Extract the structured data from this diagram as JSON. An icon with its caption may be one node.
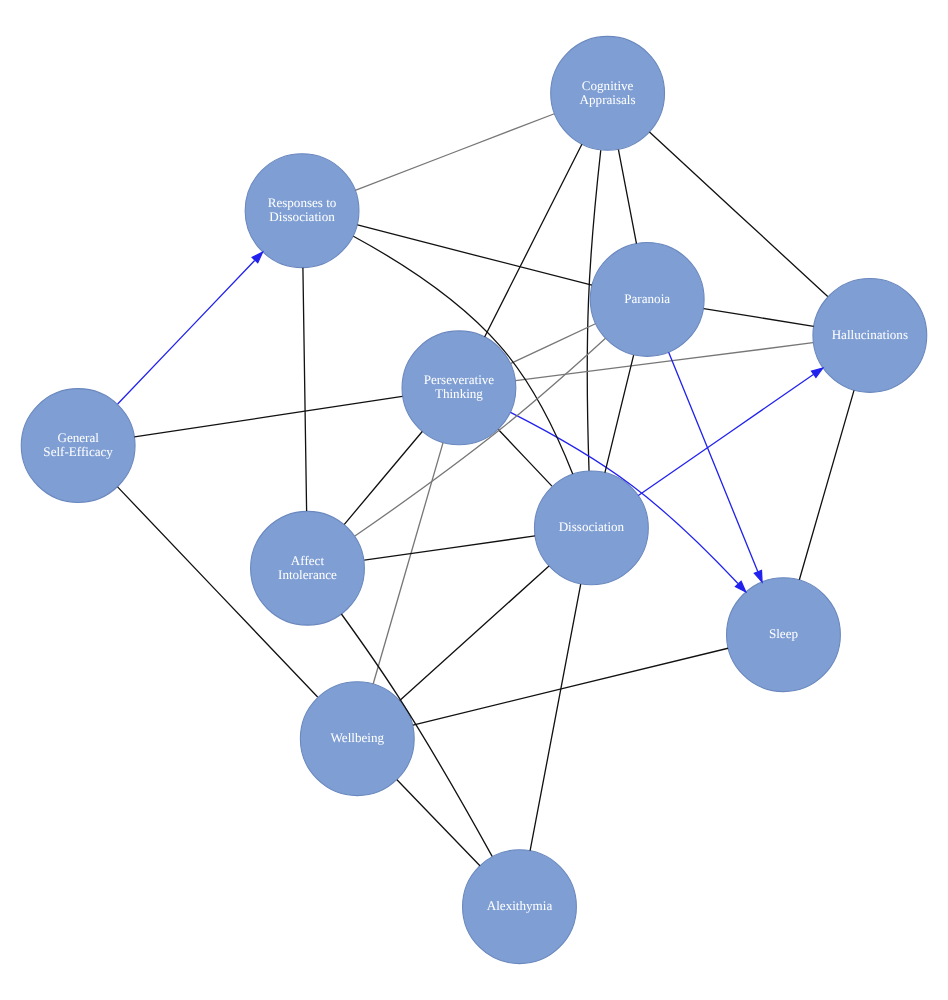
{
  "diagram": {
    "nodes": [
      {
        "text": [
          "Cognitive Appraisals"
        ]
      },
      {
        "text": [
          "Perseverative Thinking"
        ]
      },
      {
        "text": [
          "Dissociation"
        ]
      },
      {
        "text": [
          "Responses to Dissociation"
        ]
      },
      {
        "text": [
          "Hallucinations"
        ]
      },
      {
        "text": [
          "Wellbeing"
        ]
      },
      {
        "text": [
          "General Self-Efficacy"
        ]
      },
      {
        "text": [
          "Paranoia"
        ]
      },
      {
        "text": [
          "Alexithymia"
        ]
      },
      {
        "text": [
          "Sleep"
        ]
      },
      {
        "text": [
          "Affect Intolerance"
        ]
      }
    ],
    "edges": [
      {
        "from": 0,
        "to": 1,
        "arrow": "none"
      },
      {
        "from": 0,
        "to": 2,
        "arrow": "none"
      },
      {
        "from": 0,
        "to": 4,
        "arrow": "none"
      },
      {
        "from": 0,
        "to": 3,
        "arrow": "none",
        "color": "#777777"
      },
      {
        "from": 0,
        "to": 7,
        "arrow": "none"
      },
      {
        "from": 1,
        "to": 2,
        "arrow": "none"
      },
      {
        "from": 1,
        "to": 5,
        "arrow": "none",
        "color": "#777777"
      },
      {
        "from": 1,
        "to": 4,
        "arrow": "none",
        "color": "#777777"
      },
      {
        "from": 1,
        "to": 9,
        "arrow": "to",
        "color": "#2222ee"
      },
      {
        "from": 1,
        "to": 6,
        "arrow": "none"
      },
      {
        "from": 1,
        "to": 10,
        "arrow": "none"
      },
      {
        "from": 1,
        "to": 7,
        "arrow": "none",
        "color": "#777777"
      },
      {
        "from": 2,
        "to": 4,
        "arrow": "to",
        "color": "#2222ee"
      },
      {
        "from": 2,
        "to": 3,
        "arrow": "none"
      },
      {
        "from": 2,
        "to": 7,
        "arrow": "none"
      },
      {
        "from": 2,
        "to": 10,
        "arrow": "none"
      },
      {
        "from": 2,
        "to": 8,
        "arrow": "none"
      },
      {
        "from": 2,
        "to": 5,
        "arrow": "none"
      },
      {
        "from": 3,
        "to": 7,
        "arrow": "none"
      },
      {
        "from": 3,
        "to": 10,
        "arrow": "none"
      },
      {
        "from": 6,
        "to": 3,
        "arrow": "to",
        "color": "#2222ee"
      },
      {
        "from": 6,
        "to": 5,
        "arrow": "none"
      },
      {
        "from": 4,
        "to": 7,
        "arrow": "none"
      },
      {
        "from": 4,
        "to": 9,
        "arrow": "none"
      },
      {
        "from": 7,
        "to": 9,
        "arrow": "to",
        "color": "#2222ee"
      },
      {
        "from": 7,
        "to": 10,
        "arrow": "none",
        "color": "#777777"
      },
      {
        "from": 5,
        "to": 9,
        "arrow": "none"
      },
      {
        "from": 5,
        "to": 8,
        "arrow": "none"
      },
      {
        "from": 8,
        "to": 10,
        "arrow": "none"
      }
    ]
  }
}
